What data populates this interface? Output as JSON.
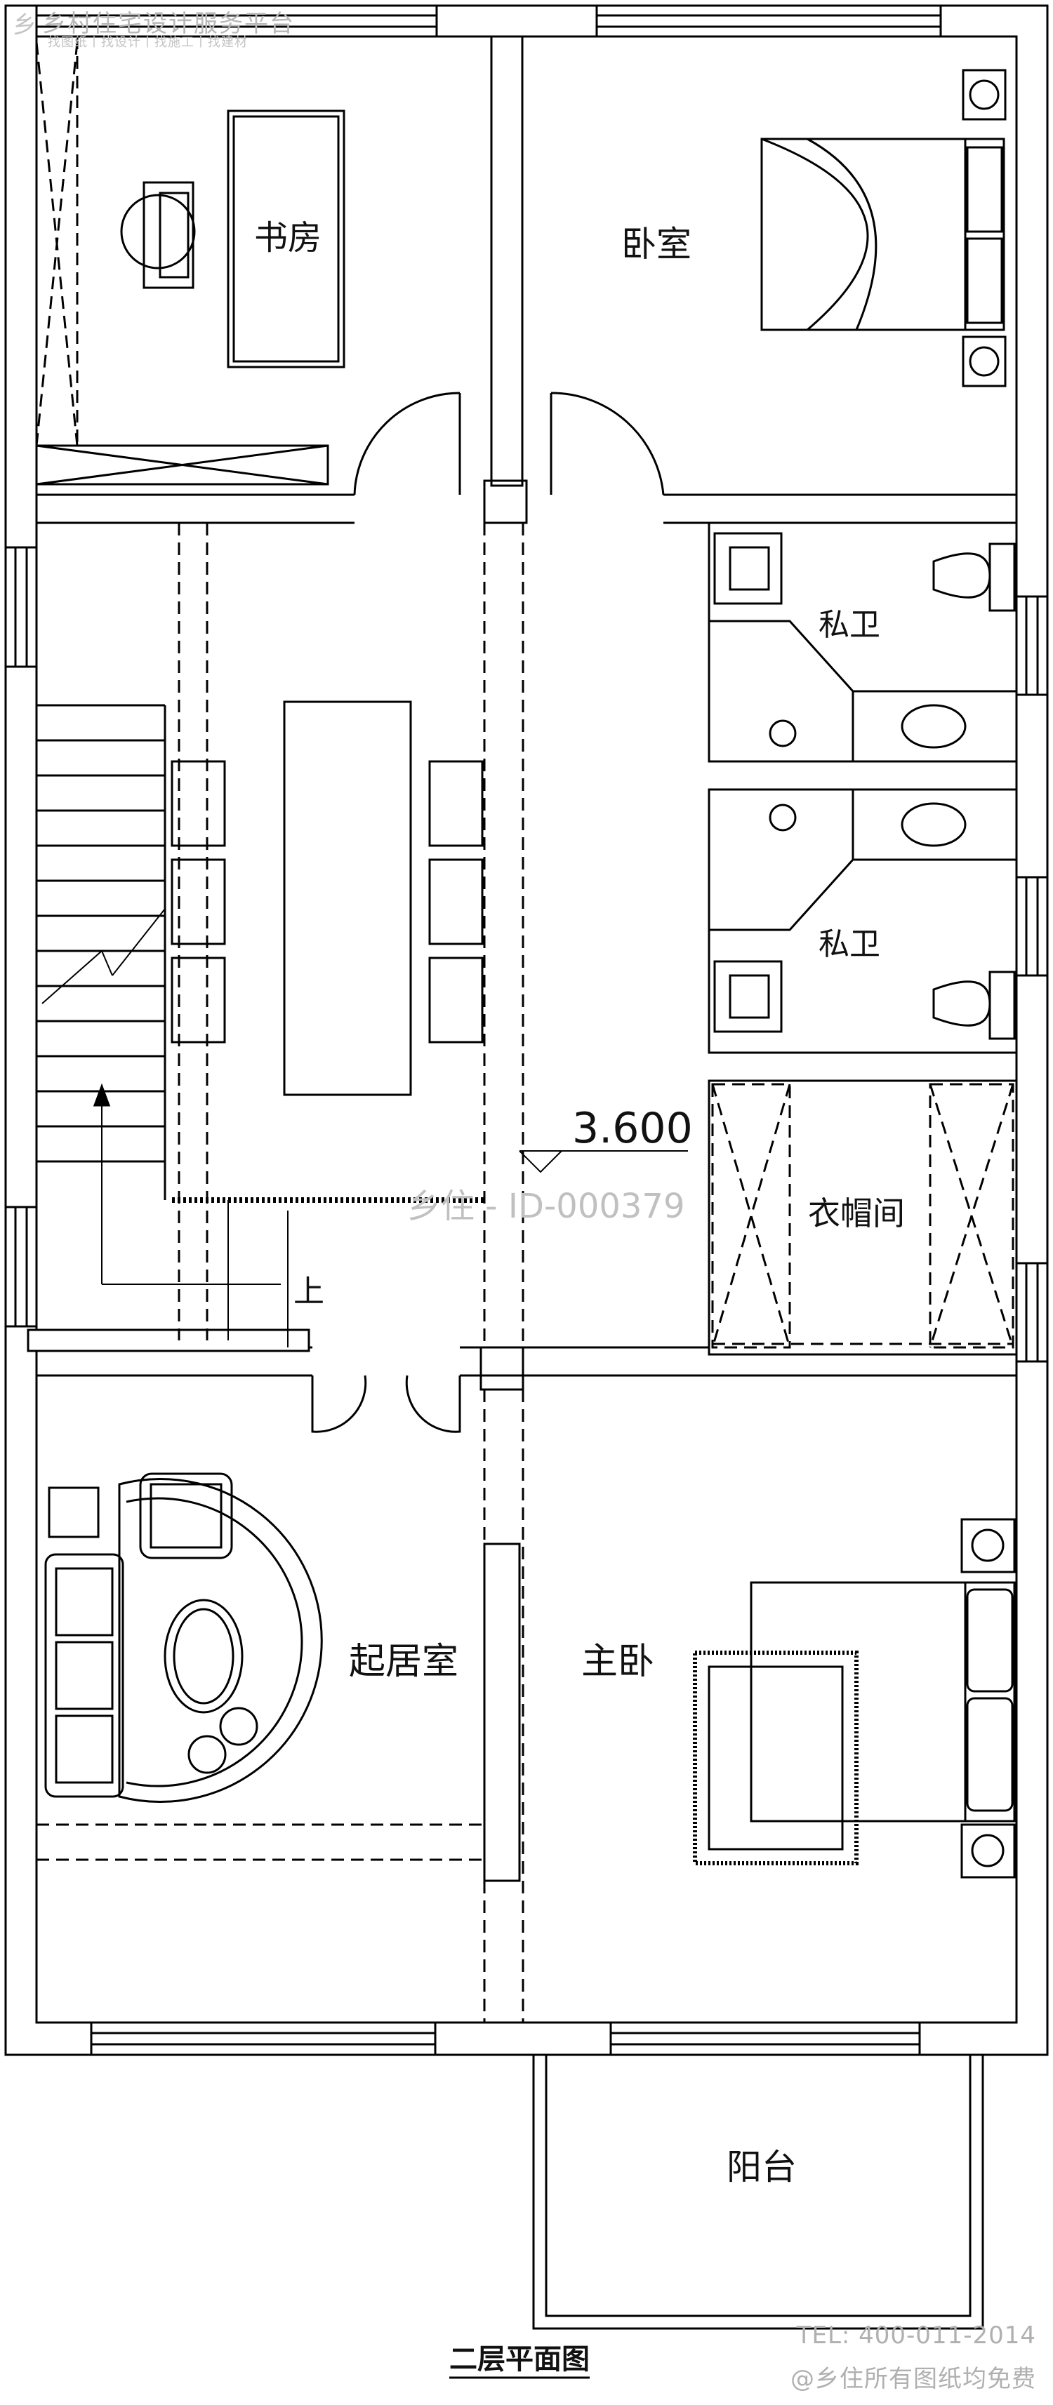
{
  "watermark": {
    "logo": "乡",
    "top_title": "乡村住宅设计服务平台",
    "top_sub": "找图纸丨找设计丨找施工丨找建材",
    "center_id": "乡住 - ID-000379",
    "tel": "TEL: 400-011-2014",
    "free": "@乡住所有图纸均免费"
  },
  "rooms": {
    "study": "书房",
    "bedroom": "卧室",
    "bath_1": "私卫",
    "bath_2": "私卫",
    "closet": "衣帽间",
    "living": "起居室",
    "master": "主卧",
    "balcony": "阳台"
  },
  "stair_label": "上",
  "elevation": "3.600",
  "drawing_title": "二层平面图"
}
